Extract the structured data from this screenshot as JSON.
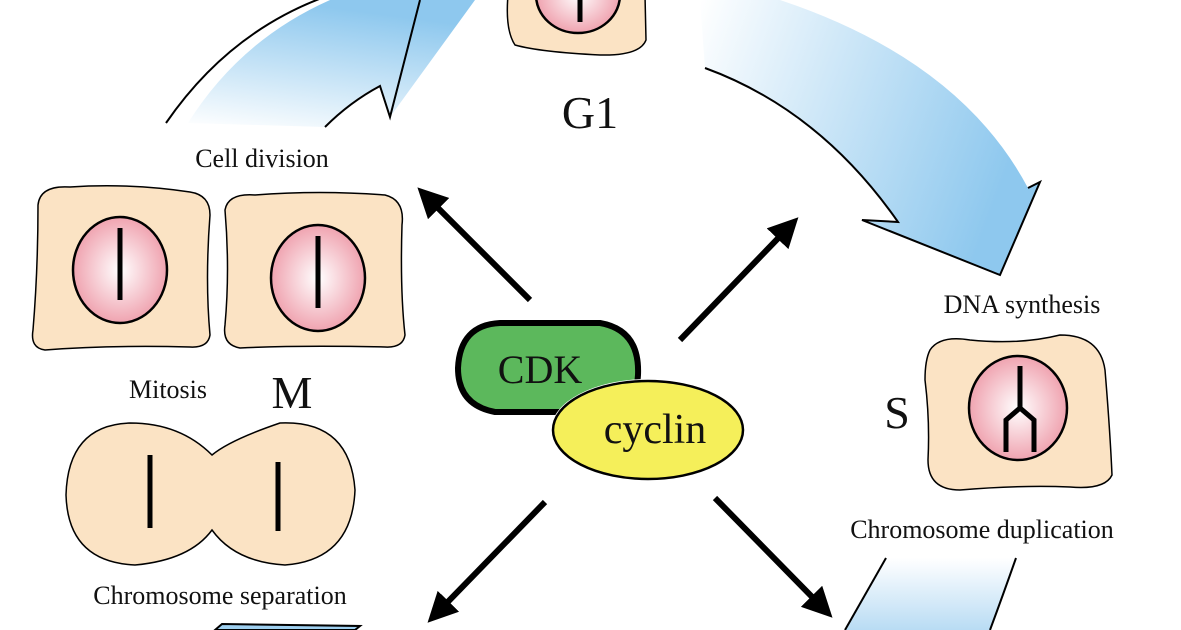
{
  "labels": {
    "g1": "G1",
    "cell_division": "Cell division",
    "mitosis": "Mitosis",
    "m": "M",
    "chromosome_separation": "Chromosome separation",
    "dna_synthesis": "DNA synthesis",
    "s": "S",
    "chromosome_duplication": "Chromosome duplication"
  },
  "complex": {
    "cdk": "CDK",
    "cyclin": "cyclin"
  },
  "colors": {
    "cell_fill": "#fbe3c4",
    "nucleus_edge": "#ee9aa8",
    "cdk_fill": "#5cb85c",
    "cyclin_fill": "#f5ef5a",
    "cycle_arrow": "#8ec8ee"
  }
}
